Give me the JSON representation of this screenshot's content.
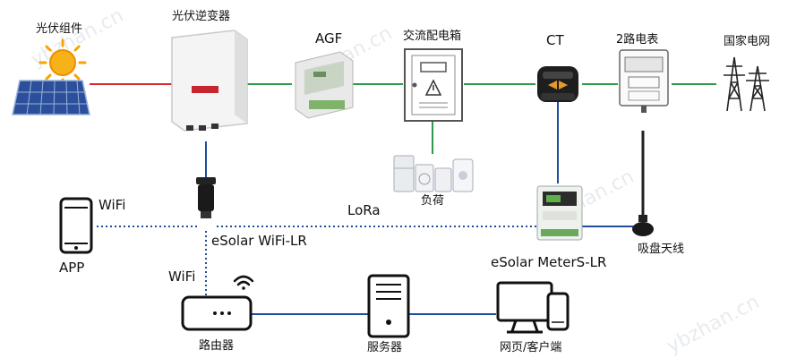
{
  "labels": {
    "pv": "光伏组件",
    "inverter": "光伏逆变器",
    "agf": "AGF",
    "box": "交流配电箱",
    "ct": "CT",
    "meter2": "2路电表",
    "grid": "国家电网",
    "load": "负荷",
    "wifi_left": "WiFi",
    "lora": "LoRa",
    "app": "APP",
    "wifi_lr": "eSolar WiFi-LR",
    "wifi_bottom": "WiFi",
    "meterS": "eSolar MeterS-LR",
    "antenna": "吸盘天线",
    "router": "路由器",
    "server": "服务器",
    "web": "网页/客户端"
  },
  "watermark": [
    "ybzhan.cn",
    "ybzhan.cn",
    "ybzhan.cn",
    "ybzhan.cn"
  ],
  "colors": {
    "dc_line": "#d22b2b",
    "ac_line": "#2e9a4a",
    "comm_line": "#1f4e9c",
    "wireless_line": "#1f4e9c"
  }
}
